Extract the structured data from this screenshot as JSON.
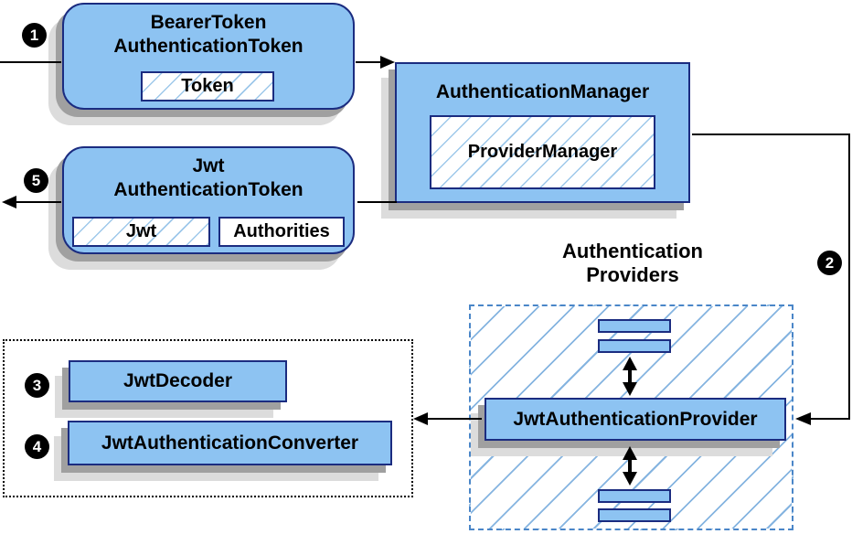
{
  "nodes": {
    "bearer_token": {
      "name_line1": "BearerToken",
      "name_line2": "AuthenticationToken",
      "field": "Token"
    },
    "authentication_manager": {
      "name": "AuthenticationManager",
      "implementation": "ProviderManager"
    },
    "jwt_authentication_token": {
      "name_line1": "Jwt",
      "name_line2": "AuthenticationToken",
      "fields": [
        "Jwt",
        "Authorities"
      ]
    },
    "authentication_providers": {
      "label_line1": "Authentication",
      "label_line2": "Providers",
      "provider": "JwtAuthenticationProvider"
    },
    "jwt_decoder": {
      "name": "JwtDecoder"
    },
    "jwt_authentication_converter": {
      "name": "JwtAuthenticationConverter"
    }
  },
  "steps": [
    "1",
    "2",
    "3",
    "4",
    "5"
  ],
  "colors": {
    "node_fill": "#8DC3F2",
    "node_border": "#1B2C80",
    "hatch_line": "#9EC8EA",
    "providers_hatch": "#85B4E0",
    "dashed_border": "#4A86C8",
    "badge_bg": "#000000",
    "badge_text": "#FFFFFF"
  }
}
